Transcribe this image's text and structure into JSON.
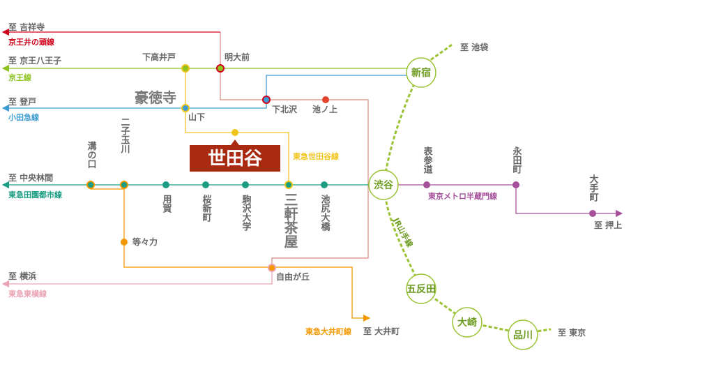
{
  "colors": {
    "keio_inokashira": "#d0021b",
    "keio": "#8dc21f",
    "odakyu": "#3d9bd1",
    "denentoshi": "#1a9d82",
    "toyoko": "#e9a3b3",
    "oimachi": "#f39800",
    "setagaya": "#f0c419",
    "hanzomon": "#a4509a",
    "yamanote": "#9ac334",
    "hub_fill": "#e7f1d5",
    "hub_text": "#6c9b1f",
    "banner": "#a82a10",
    "station_label": "#666666",
    "brown_line": "#b86a4a"
  },
  "directions": {
    "kichijoji": "至 吉祥寺",
    "hachioji": "至 京王八王子",
    "noborito": "至 登戸",
    "chuorinkan": "至 中央林間",
    "yokohama": "至 横浜",
    "oimachi": "至 大井町",
    "ikebukuro": "至 池袋",
    "tokyo": "至 東京",
    "oshiage": "至 押上"
  },
  "lines": {
    "keio_inokashira": "京王井の頭線",
    "keio": "京王線",
    "odakyu": "小田急線",
    "denentoshi": "東急田園都市線",
    "toyoko": "東急東横線",
    "oimachi": "東急大井町線",
    "setagaya": "東急世田谷線",
    "hanzomon": "東京メトロ半蔵門線",
    "yamanote": "JR山手線"
  },
  "stations": {
    "shimotakaido": "下高井戸",
    "meidaimae": "明大前",
    "gotokuji": "豪徳寺",
    "yamashita": "山下",
    "shimokitazawa": "下北沢",
    "ikenoue": "池ノ上",
    "mizonokuchi": "溝の口",
    "futakotamagawa": "二子玉川",
    "yoga": "用賀",
    "sakurashinmachi": "桜新町",
    "komazawadaigaku": "駒沢大学",
    "sangenjaya": "三軒茶屋",
    "ikejiriohashi": "池尻大橋",
    "todoroki": "等々力",
    "jiyugaoka": "自由が丘",
    "omotesando": "表参道",
    "nagatacho": "永田町",
    "otemachi": "大手町"
  },
  "hubs": {
    "shinjuku": "新宿",
    "shibuya": "渋谷",
    "gotanda": "五反田",
    "osaki": "大崎",
    "shinagawa": "品川"
  },
  "banner": "世田谷"
}
